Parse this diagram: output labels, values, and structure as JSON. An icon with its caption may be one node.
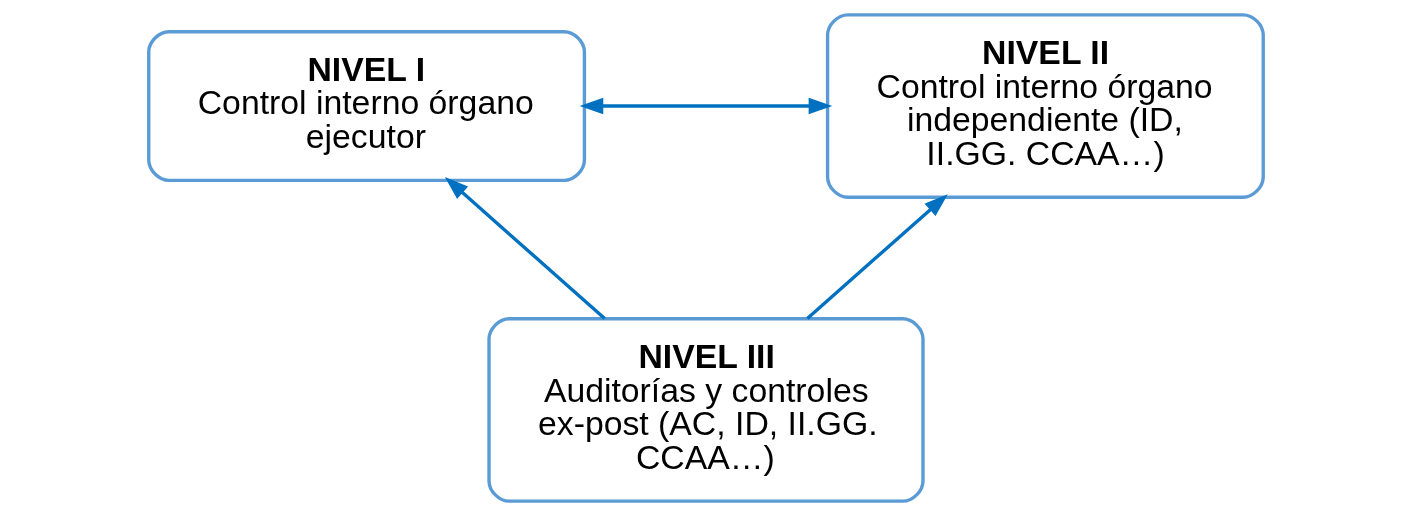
{
  "diagram": {
    "nodes": [
      {
        "text": [
          "NIVEL I",
          "Control interno órgano ejecutor"
        ]
      },
      {
        "text": [
          "NIVEL II",
          "Control interno órgano independiente (ID, II.GG. CCAA…)"
        ]
      },
      {
        "text": [
          "NIVEL III",
          "Auditorías y controles ex-post (AC, ID, II.GG. CCAA…)"
        ]
      }
    ],
    "edges": [
      {
        "from": 0,
        "to": 1,
        "arrow": "both"
      },
      {
        "from": 2,
        "to": 0,
        "arrow": "to"
      },
      {
        "from": 2,
        "to": 1,
        "arrow": "to"
      }
    ]
  }
}
